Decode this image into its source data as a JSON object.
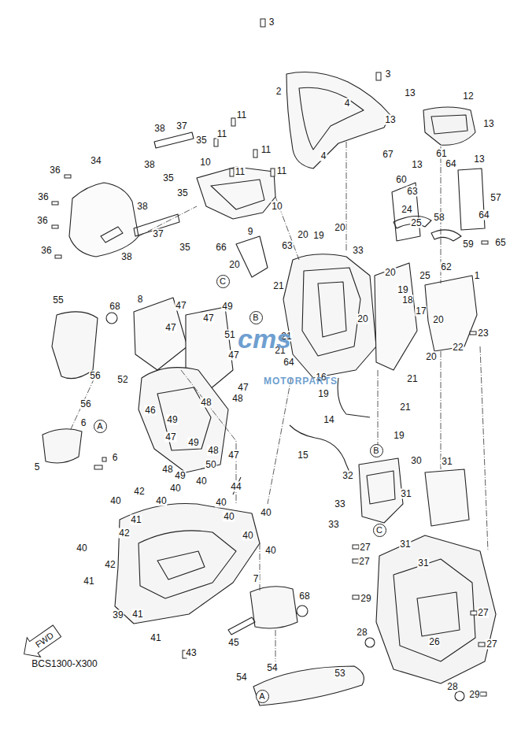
{
  "diagram": {
    "nodes": [
      {
        "text": [
          "C"
        ]
      },
      {
        "text": [
          "B"
        ]
      },
      {
        "text": [
          "A"
        ]
      },
      {
        "text": [
          "B"
        ]
      },
      {
        "text": [
          "C"
        ]
      },
      {
        "text": [
          "FWD"
        ]
      },
      {
        "text": [
          "A"
        ]
      }
    ],
    "labels": [
      "3",
      "3",
      "2",
      "4",
      "13",
      "12",
      "13",
      "13",
      "38",
      "37",
      "35",
      "11",
      "11",
      "11",
      "4",
      "67",
      "61",
      "13",
      "13",
      "64",
      "34",
      "10",
      "38",
      "11",
      "11",
      "36",
      "35",
      "60",
      "63",
      "35",
      "57",
      "36",
      "10",
      "38",
      "24",
      "64",
      "25",
      "58",
      "36",
      "20",
      "9",
      "37",
      "20",
      "19",
      "59",
      "65",
      "63",
      "66",
      "35",
      "33",
      "36",
      "38",
      "20",
      "62",
      "20",
      "25",
      "1",
      "21",
      "19",
      "18",
      "55",
      "8",
      "47",
      "68",
      "49",
      "17",
      "47",
      "20",
      "20",
      "47",
      "23",
      "51",
      "21",
      "22",
      "21",
      "47",
      "20",
      "64",
      "56",
      "16",
      "21",
      "52",
      "47",
      "19",
      "48",
      "48",
      "56",
      "21",
      "46",
      "49",
      "14",
      "6",
      "19",
      "47",
      "49",
      "48",
      "47",
      "15",
      "6",
      "30",
      "31",
      "50",
      "5",
      "48",
      "49",
      "32",
      "40",
      "44",
      "40",
      "42",
      "31",
      "40",
      "40",
      "40",
      "33",
      "40",
      "40",
      "41",
      "33",
      "42",
      "40",
      "31",
      "27",
      "40",
      "40",
      "27",
      "31",
      "42",
      "7",
      "41",
      "68",
      "29",
      "27",
      "39",
      "41",
      "28",
      "45",
      "41",
      "26",
      "27",
      "43",
      "BCS1300-X300",
      "54",
      "53",
      "54",
      "28",
      "29",
      "cms",
      "MOTORPARTS"
    ]
  }
}
